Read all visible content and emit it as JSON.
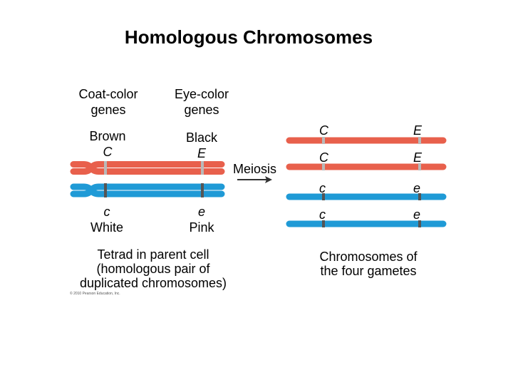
{
  "title": "Homologous Chromosomes",
  "left": {
    "coat_header": [
      "Coat-color",
      "genes"
    ],
    "eye_header": [
      "Eye-color",
      "genes"
    ],
    "coat_dominant": {
      "trait": "Brown",
      "allele": "C"
    },
    "eye_dominant": {
      "trait": "Black",
      "allele": "E"
    },
    "coat_recessive": {
      "allele": "c",
      "trait": "White"
    },
    "eye_recessive": {
      "allele": "e",
      "trait": "Pink"
    },
    "caption": [
      "Tetrad in parent cell",
      "(homologous pair of",
      "duplicated chromosomes)"
    ]
  },
  "arrow_label": "Meiosis",
  "gametes": [
    {
      "coat": "C",
      "eye": "E",
      "color": "red"
    },
    {
      "coat": "C",
      "eye": "E",
      "color": "red"
    },
    {
      "coat": "c",
      "eye": "e",
      "color": "blue"
    },
    {
      "coat": "c",
      "eye": "e",
      "color": "blue"
    }
  ],
  "right_caption": [
    "Chromosomes of",
    "the four gametes"
  ],
  "copyright": "© 2010 Pearson Education, Inc.",
  "colors": {
    "red": "#e8604c",
    "blue": "#1f9ad6",
    "band": "#b9b9b9"
  }
}
